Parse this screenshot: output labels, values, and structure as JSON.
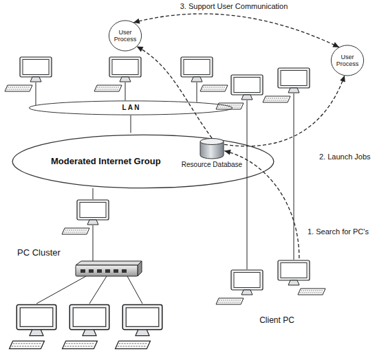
{
  "diagram": {
    "nodes": [
      {
        "text": [
          "User Process"
        ]
      },
      {
        "text": [
          "User Process"
        ]
      },
      {
        "text": [
          "L A N"
        ]
      },
      {
        "text": [
          "Moderated Internet Group"
        ]
      },
      {
        "text": [
          "Resource Database"
        ],
        "in": 3
      },
      {
        "text": [
          "Client PC"
        ]
      }
    ],
    "edges": [
      {
        "from": 5,
        "to": 4,
        "arrow": "to",
        "label": "1. Search for PC's"
      },
      {
        "from": 4,
        "to": 1,
        "arrow": "to",
        "label": "2. Launch Jobs"
      },
      {
        "from": 4,
        "to": 0,
        "arrow": "to"
      },
      {
        "from": 0,
        "to": 1,
        "arrow": "both",
        "label": "3. Support User Communication"
      }
    ],
    "labels": [
      "PC Cluster"
    ]
  }
}
